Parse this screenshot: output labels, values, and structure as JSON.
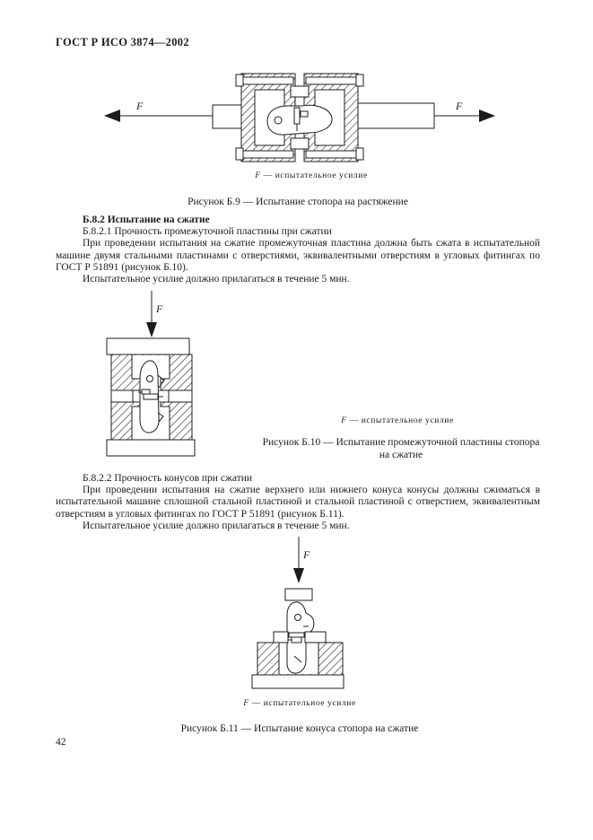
{
  "page": {
    "header": "ГОСТ Р ИСО 3874—2002",
    "page_number": "42"
  },
  "figure_b9": {
    "force_label": "F",
    "legend_symbol": "F",
    "legend_text": "— испытательное усилие",
    "caption": "Рисунок Б.9 — Испытание стопора на растяжение"
  },
  "section_b82": {
    "heading": "Б.8.2  Испытание на сжатие",
    "sub_heading": "Б.8.2.1  Прочность промежуточной пластины при сжатии",
    "paragraph_1": "При проведении испытания на сжатие промежуточная пластина должна быть сжата в испытательной машине двумя стальными пластинами с отверстиями, эквивалентными отверстиям в угловых фитингах по ГОСТ Р 51891 (рисунок Б.10).",
    "paragraph_2": "Испытательное усилие должно прилагаться в течение 5 мин."
  },
  "figure_b10": {
    "force_label": "F",
    "legend_symbol": "F",
    "legend_text": "— испытательное усилие",
    "caption_line1": "Рисунок Б.10 — Испытание промежуточной пластины стопора",
    "caption_line2": "на сжатие"
  },
  "section_b822": {
    "heading": "Б.8.2.2  Прочность конусов при сжатии",
    "paragraph_1": "При проведении испытания на сжатие верхнего или нижнего конуса конусы должны сжиматься в испытательной машине сплошной стальной пластиной и стальной пластиной с отверстием, эквивалентным отверстиям в угловых фитингах по ГОСТ Р 51891 (рисунок Б.11).",
    "paragraph_2": "Испытательное усилие должно прилагаться в течение 5 мин."
  },
  "figure_b11": {
    "force_label": "F",
    "legend_symbol": "F",
    "legend_text": "— испытательное усилие",
    "caption": "Рисунок Б.11 — Испытание конуса стопора на сжатие"
  }
}
